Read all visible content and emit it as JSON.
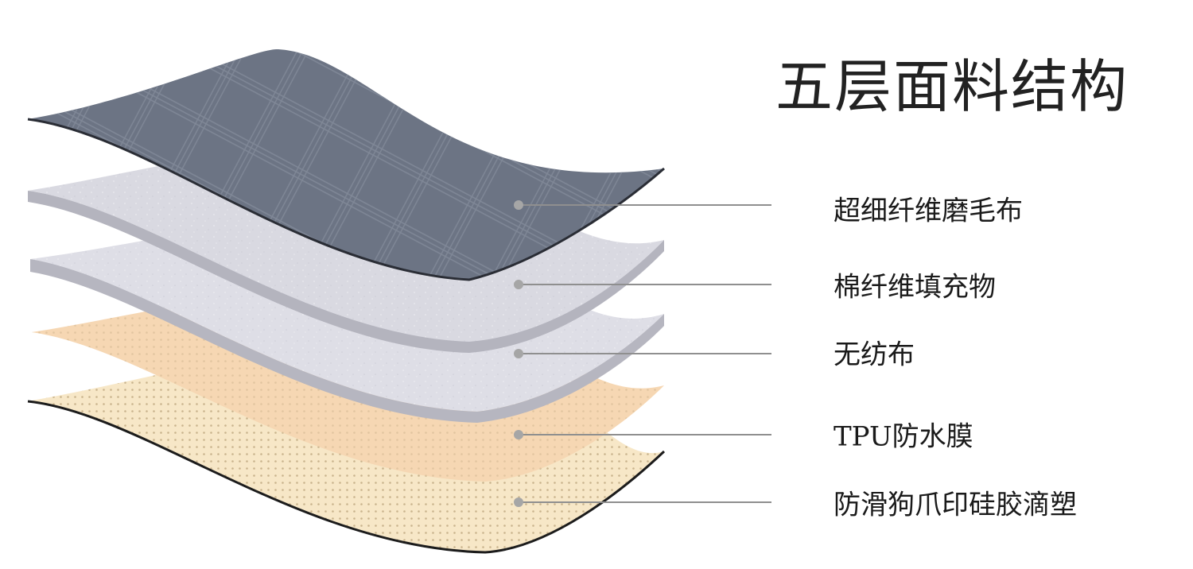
{
  "title": "五层面料结构",
  "layers": [
    {
      "label": "超细纤维磨毛布",
      "color": "#6c7484"
    },
    {
      "label": "棉纤维填充物",
      "color": "#d9d9e1"
    },
    {
      "label": "无纺布",
      "color": "#dedee6"
    },
    {
      "label": "TPU防水膜",
      "color": "#f6d7b3"
    },
    {
      "label": "防滑狗爪印硅胶滴塑",
      "color": "#f7e7c7"
    }
  ],
  "colors": {
    "leader_line": "#8f8f8f",
    "leader_dot": "#a6a6a6",
    "text": "#1a1a1a"
  }
}
